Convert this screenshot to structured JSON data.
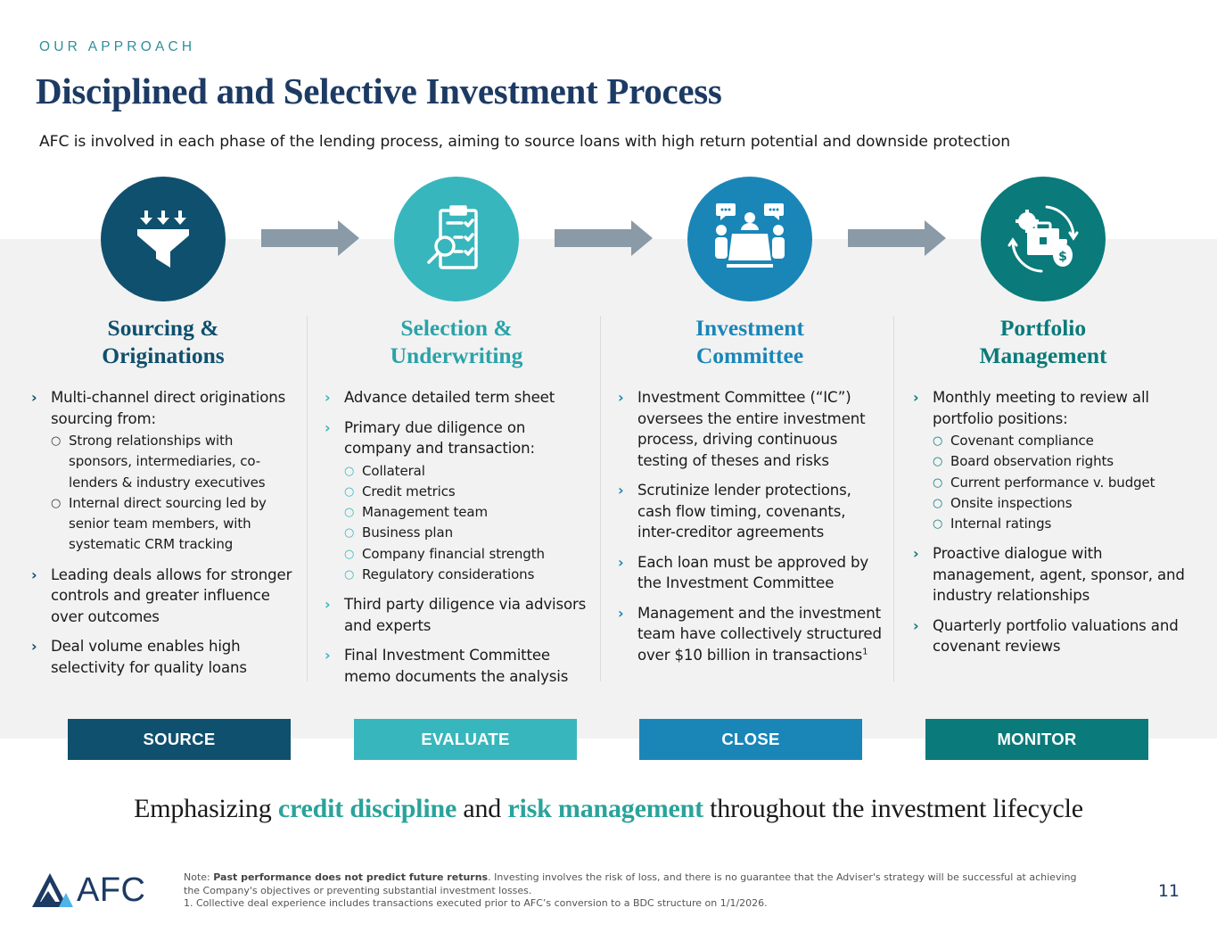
{
  "header": {
    "eyebrow": "OUR APPROACH",
    "title": "Disciplined and Selective Investment Process",
    "subtitle": "AFC is involved in each phase of the lending process, aiming to source loans with high return potential and downside protection"
  },
  "colors": {
    "title": "#1c3a63",
    "source": "#0f506e",
    "evaluate": "#38b6bd",
    "close": "#1a86b8",
    "monitor": "#0a7a7a",
    "arrow": "#8a9aa6",
    "band": "#f2f2f2",
    "highlight": "#2aa39a"
  },
  "phases": [
    {
      "icon": "funnel-icon",
      "title_line1": "Sourcing &",
      "title_line2": "Originations",
      "stage": "SOURCE",
      "bullets": [
        {
          "text": "Multi-channel direct originations sourcing from:",
          "sub": [
            "Strong relationships with sponsors, intermediaries, co-lenders & industry executives",
            "Internal direct sourcing led by senior team members, with systematic CRM tracking"
          ]
        },
        {
          "text": "Leading deals allows for stronger controls and greater influence over outcomes",
          "sub": []
        },
        {
          "text": "Deal volume enables high selectivity for quality loans",
          "sub": []
        }
      ]
    },
    {
      "icon": "clipboard-magnifier-icon",
      "title_line1": "Selection &",
      "title_line2": "Underwriting",
      "stage": "EVALUATE",
      "bullets": [
        {
          "text": "Advance detailed term sheet",
          "sub": []
        },
        {
          "text": "Primary due diligence on company and transaction:",
          "sub": [
            "Collateral",
            "Credit metrics",
            "Management team",
            "Business plan",
            "Company financial strength",
            "Regulatory considerations"
          ]
        },
        {
          "text": "Third party diligence via advisors and experts",
          "sub": []
        },
        {
          "text": "Final Investment Committee memo documents the analysis",
          "sub": []
        }
      ]
    },
    {
      "icon": "meeting-table-icon",
      "title_line1": "Investment",
      "title_line2": "Committee",
      "stage": "CLOSE",
      "bullets": [
        {
          "text": "Investment Committee (“IC”) oversees the entire investment process, driving continuous testing of theses and risks",
          "sub": []
        },
        {
          "text": "Scrutinize lender protections, cash flow timing, covenants, inter-creditor agreements",
          "sub": []
        },
        {
          "text": "Each loan must be approved by the Investment Committee",
          "sub": []
        },
        {
          "text": "Management and the investment team have collectively structured over $10 billion in transactions",
          "footnote_ref": "1",
          "sub": []
        }
      ]
    },
    {
      "icon": "portfolio-cycle-icon",
      "title_line1": "Portfolio",
      "title_line2": "Management",
      "stage": "MONITOR",
      "bullets": [
        {
          "text": "Monthly meeting to review all portfolio positions:",
          "sub": [
            "Covenant compliance",
            "Board observation rights",
            "Current performance v. budget",
            "Onsite inspections",
            "Internal ratings"
          ]
        },
        {
          "text": "Proactive dialogue with management, agent, sponsor, and industry relationships",
          "sub": []
        },
        {
          "text": "Quarterly portfolio valuations and covenant reviews",
          "sub": []
        }
      ]
    }
  ],
  "tagline": {
    "part1": "Emphasizing ",
    "hl1": "credit discipline",
    "part2": " and ",
    "hl2": "risk management",
    "part3": " throughout the investment lifecycle"
  },
  "footer": {
    "logo_text": "AFC",
    "note_prefix": "Note: ",
    "note_bold": "Past performance does not predict future returns",
    "note_rest": ". Investing involves the risk of loss, and there is no guarantee that the Adviser's strategy will be successful at achieving the Company's objectives or preventing substantial investment losses.",
    "footnote_1": "1.  Collective deal experience includes transactions executed prior to AFC’s conversion to a BDC structure on 1/1/2026.",
    "page_number": "11"
  }
}
